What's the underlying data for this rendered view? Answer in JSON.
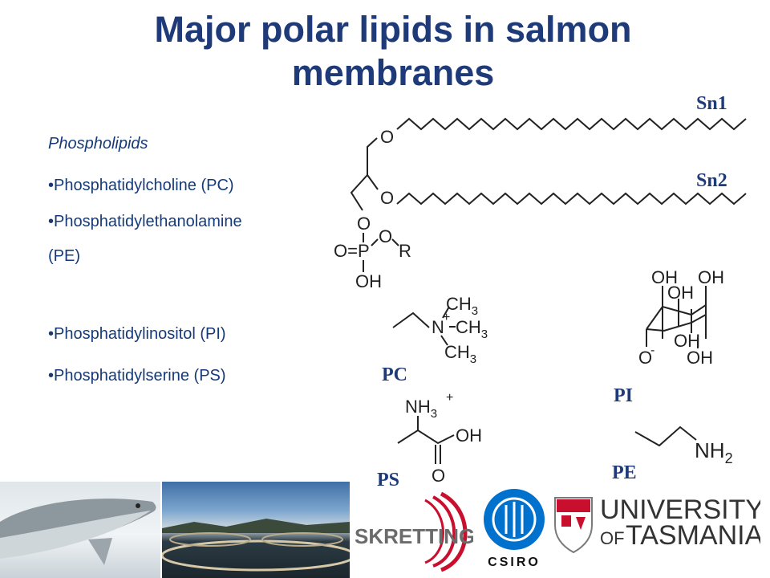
{
  "title": "Major polar lipids in salmon membranes",
  "bullets": {
    "heading": "Phospholipids",
    "items": [
      "•Phosphatidylcholine (PC)",
      "•Phosphatidylethanolamine",
      "(PE)",
      "•Phosphatidylinositol (PI)",
      "•Phosphatidylserine (PS)"
    ]
  },
  "diagram": {
    "sn1_label": "Sn1",
    "sn2_label": "Sn2",
    "atoms": {
      "O": "O",
      "OP": "O=P",
      "R": "R",
      "OH": "OH"
    },
    "pc": {
      "label": "PC",
      "N": "N",
      "plus": "+",
      "CH3_top": "CH",
      "CH3_mid": "CH",
      "CH3_bot": "CH",
      "sub3": "3"
    },
    "pi": {
      "label": "PI",
      "OH": "OH",
      "O_minus": "O",
      "minus": "-"
    },
    "ps": {
      "label": "PS",
      "NH3": "NH",
      "sub3": "3",
      "plus": "+",
      "OH": "OH",
      "O": "O"
    },
    "pe": {
      "label": "PE",
      "NH2": "NH",
      "sub2": "2"
    }
  },
  "logos": {
    "skretting": "SKRETTING",
    "csiro": "CSIRO",
    "utas_line1": "UNIVERSITY",
    "utas_of": "OF",
    "utas_line2": "TASMANIA"
  },
  "colors": {
    "title": "#1f3a78",
    "text": "#163a78",
    "skretting_red": "#c8102e",
    "csiro_blue": "#0072ce",
    "utas_red": "#c8102e"
  }
}
